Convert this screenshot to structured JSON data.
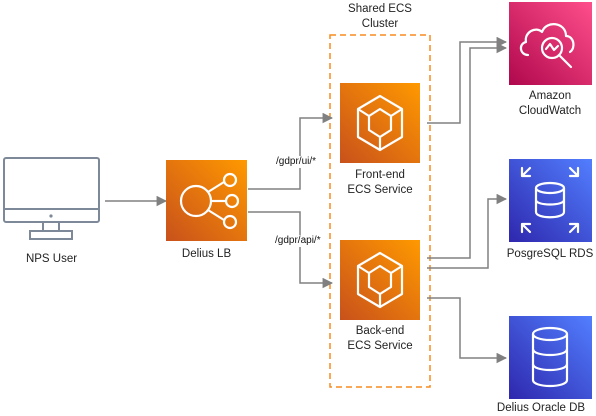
{
  "cluster": {
    "title_line1": "Shared ECS",
    "title_line2": "Cluster"
  },
  "nodes": {
    "nps_user": {
      "label": "NPS User",
      "icon": "desktop-monitor-icon"
    },
    "delius_lb": {
      "label": "Delius LB",
      "icon": "elastic-load-balancer-icon"
    },
    "frontend": {
      "label_line1": "Front-end",
      "label_line2": "ECS Service",
      "icon": "ecs-service-icon"
    },
    "backend": {
      "label_line1": "Back-end",
      "label_line2": "ECS Service",
      "icon": "ecs-service-icon"
    },
    "cloudwatch": {
      "label_line1": "Amazon",
      "label_line2": "CloudWatch",
      "icon": "cloudwatch-icon"
    },
    "rds": {
      "label": "PosgreSQL RDS",
      "icon": "rds-database-icon"
    },
    "oracle": {
      "label": "Delius Oracle DB",
      "icon": "database-icon"
    }
  },
  "edges": {
    "ui_route": "/gdpr/ui/*",
    "api_route": "/gdpr/api/*"
  },
  "colors": {
    "compute_orange": "#ED7100",
    "compute_orange_light": "#F78E04",
    "management_pink": "#E7157B",
    "database_blue": "#3B48CC",
    "database_blue_light": "#2E27AD",
    "line_grey": "#808080",
    "cluster_border": "#F68C1F"
  }
}
